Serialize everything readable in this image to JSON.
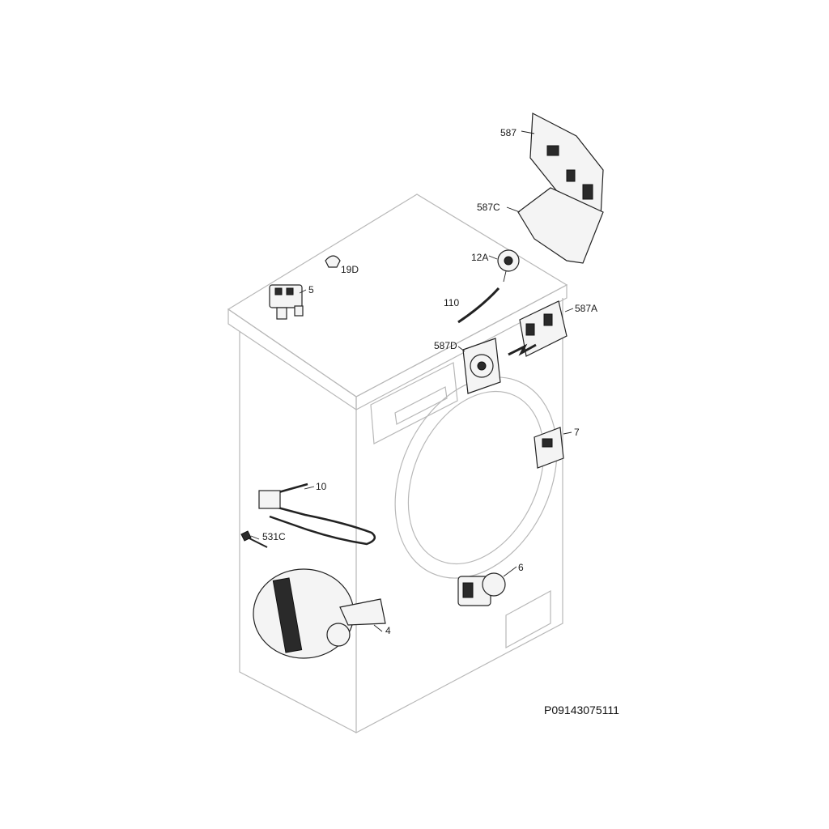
{
  "diagram": {
    "title_code": "P09143075111",
    "parts": [
      {
        "id": "587",
        "label": "587"
      },
      {
        "id": "587C",
        "label": "587C"
      },
      {
        "id": "12A",
        "label": "12A"
      },
      {
        "id": "19D",
        "label": "19D"
      },
      {
        "id": "5",
        "label": "5"
      },
      {
        "id": "110",
        "label": "110"
      },
      {
        "id": "587A",
        "label": "587A"
      },
      {
        "id": "587D",
        "label": "587D"
      },
      {
        "id": "7",
        "label": "7"
      },
      {
        "id": "10",
        "label": "10"
      },
      {
        "id": "531C",
        "label": "531C"
      },
      {
        "id": "6",
        "label": "6"
      },
      {
        "id": "4",
        "label": "4"
      }
    ]
  }
}
